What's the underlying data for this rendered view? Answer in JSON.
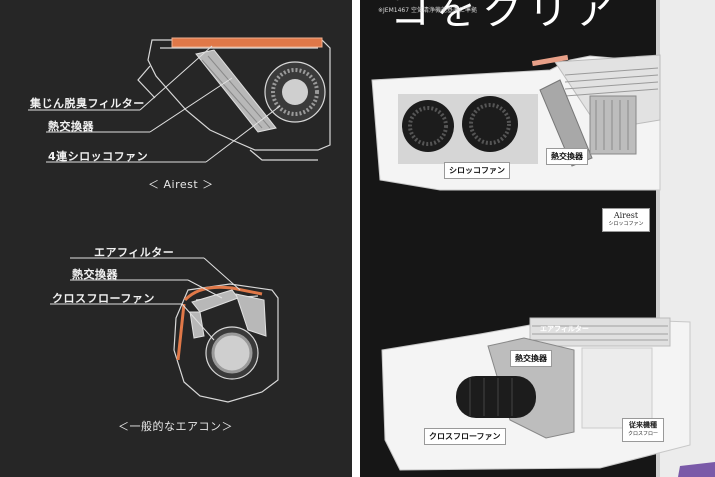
{
  "left_panel": {
    "airest_diagram": {
      "labels": [
        "集じん脱臭フィルター",
        "熱交換器",
        "4連シロッコファン"
      ],
      "caption": "＜ Airest ＞"
    },
    "conventional_diagram": {
      "labels": [
        "エアフィルター",
        "熱交換器",
        "クロスフローファン"
      ],
      "caption": "＜一般的なエアコン＞"
    }
  },
  "right_panel": {
    "heading_fragment": "コをクリア",
    "top_note": "※JEM1467 空気清浄機能基準に準拠",
    "upper_unit": {
      "labels": [
        "シロッコファン",
        "熱交換器"
      ],
      "card_title": "Airest",
      "card_sub": "シロッコファン"
    },
    "lower_unit": {
      "labels": [
        "エアフィルター",
        "熱交換器",
        "クロスフローファン"
      ],
      "card_title": "従来機種",
      "card_sub": "クロスフロー"
    }
  },
  "colors": {
    "left_background": "#262626",
    "right_background": "#161616",
    "filter_orange": "#e07848",
    "heat_exchanger_gray": "#b8b8b8"
  }
}
